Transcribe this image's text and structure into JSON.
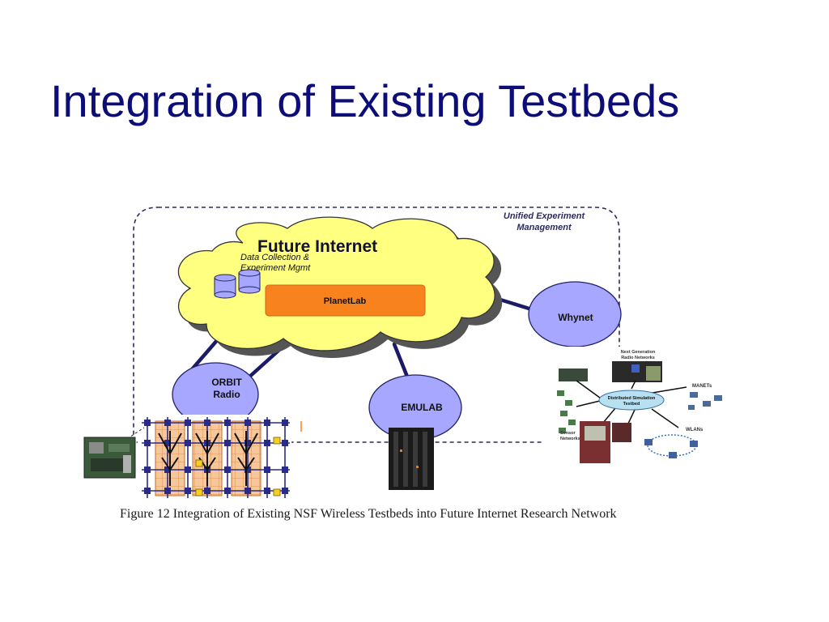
{
  "slide": {
    "title": "Integration of Existing Testbeds",
    "caption": "Figure 12 Integration of Existing NSF Wireless Testbeds into Future Internet Research Network"
  },
  "diagram": {
    "management_label_line1": "Unified Experiment",
    "management_label_line2": "Management",
    "cloud_title": "Future Internet",
    "data_label_line1": "Data Collection &",
    "data_label_line2": "Experiment Mgmt",
    "planetlab": "PlanetLab",
    "whynet": "Whynet",
    "orbit_line1": "ORBIT",
    "orbit_line2": "Radio",
    "emulab": "EMULAB",
    "sim": {
      "next_gen_line1": "Next Generation",
      "next_gen_line2": "Radio Networks",
      "manets": "MANETs",
      "center_line1": "Distributed Simulation",
      "center_line2": "Testbed",
      "sensor_line1": "Sensor",
      "sensor_line2": "Networks",
      "wlans": "WLANs"
    }
  },
  "colors": {
    "title": "#0d0d7a",
    "cloud_fill": "#ffff80",
    "node_fill": "#a7a7ff",
    "planetlab_fill": "#f7821e",
    "link": "#1a1a66",
    "boundary": "#2b2b5c"
  }
}
